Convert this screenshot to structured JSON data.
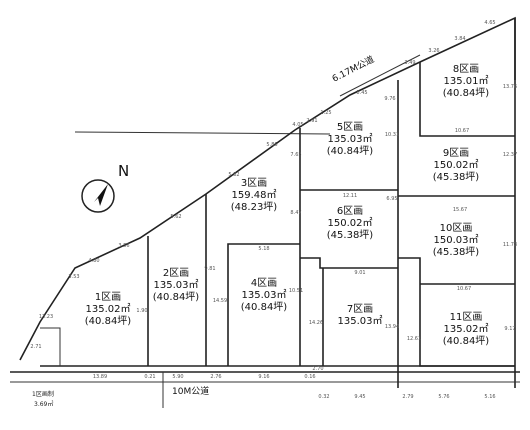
{
  "lots": [
    {
      "id": "1",
      "name": "1区画",
      "area": "135.02㎡",
      "tsubo": "(40.84坪)"
    },
    {
      "id": "2",
      "name": "2区画",
      "area": "135.03㎡",
      "tsubo": "(40.84坪)"
    },
    {
      "id": "3",
      "name": "3区画",
      "area": "159.48㎡",
      "tsubo": "(48.23坪)"
    },
    {
      "id": "4",
      "name": "4区画",
      "area": "135.03㎡",
      "tsubo": "(40.84坪)"
    },
    {
      "id": "5",
      "name": "5区画",
      "area": "135.03㎡",
      "tsubo": "(40.84坪)"
    },
    {
      "id": "6",
      "name": "6区画",
      "area": "150.02㎡",
      "tsubo": "(45.38坪)"
    },
    {
      "id": "7",
      "name": "7区画",
      "area": "135.03㎡",
      "tsubo": ""
    },
    {
      "id": "8",
      "name": "8区画",
      "area": "135.01㎡",
      "tsubo": "(40.84坪)"
    },
    {
      "id": "9",
      "name": "9区画",
      "area": "150.02㎡",
      "tsubo": "(45.38坪)"
    },
    {
      "id": "10",
      "name": "10区画",
      "area": "150.03㎡",
      "tsubo": "(45.38坪)"
    },
    {
      "id": "11",
      "name": "11区画",
      "area": "135.02㎡",
      "tsubo": "(40.84坪)"
    }
  ],
  "roads": {
    "diagonal": "6.17M公道",
    "bottom": "10M公道",
    "corner_label": "1区画制",
    "corner_value": "3.69㎡"
  },
  "compass": {
    "north": "N"
  },
  "dimensions": {
    "bottom": [
      "13.89",
      "0.21",
      "5.90",
      "2.76",
      "9.16",
      "0.16",
      "0.32",
      "9.45",
      "2.79",
      "5.76",
      "5.16"
    ],
    "diagonal": [
      "2.71",
      "3.53",
      "4.80",
      "3.56",
      "5.62",
      "5.82",
      "5.86",
      "4.05",
      "2.91",
      "1.25",
      "8.45",
      "3.49",
      "3.26",
      "3.84",
      "4.65"
    ],
    "internal": [
      "9.76",
      "10.31",
      "10.67",
      "7.65",
      "8.47",
      "6.95",
      "12.11",
      "9.01",
      "15.67",
      "10.67",
      "13.76",
      "14.59",
      "14.26",
      "13.94",
      "12.61",
      "5.18",
      "12.37",
      "11.73",
      "9.17",
      "10.51",
      "2.70",
      "1.90",
      "9.81",
      "13.23"
    ]
  }
}
